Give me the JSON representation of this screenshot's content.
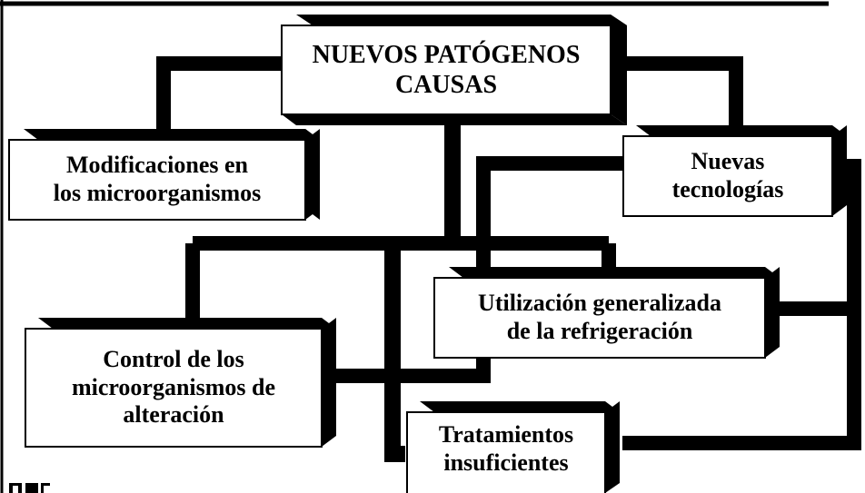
{
  "diagram": {
    "nodes": {
      "root": "NUEVOS PATÓGENOS\nCAUSAS",
      "modificaciones": "Modificaciones en\nlos microorganismos",
      "nuevas_tecnologias": "Nuevas\ntecnologías",
      "refrigeracion": "Utilización generalizada\nde la refrigeración",
      "control": "Control de los\nmicroorganismos de\nalteración",
      "tratamientos": "Tratamientos\ninsuficientes"
    }
  },
  "colors": {
    "background": "#ffffff",
    "box_fill": "#ffffff",
    "box_border": "#000000",
    "shadow": "#000000",
    "connector": "#000000",
    "text": "#000000"
  }
}
